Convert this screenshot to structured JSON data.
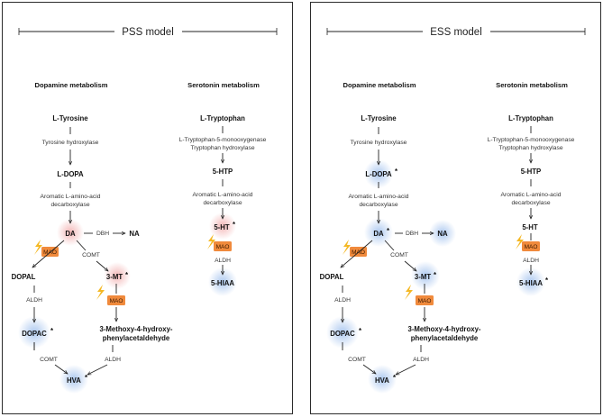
{
  "panels": [
    {
      "title": "PSS model",
      "dopamine_header": "Dopamine metabolism",
      "serotonin_header": "Serotonin metabolism",
      "dopamine": {
        "l_tyrosine": "L-Tyrosine",
        "tyrosine_hydroxylase": "Tyrosine hydroxylase",
        "l_dopa": "L-DOPA",
        "aadc_line1": "Aromatic L-amino-acid",
        "aadc_line2": "decarboxylase",
        "da": "DA",
        "dbh": "DBH",
        "na": "NA",
        "mao": "MAO",
        "comt": "COMT",
        "dopal": "DOPAL",
        "three_mt": "3-MT",
        "aldh": "ALDH",
        "mao2": "MAO",
        "dopac": "DOPAC",
        "mhpa_line1": "3-Methoxy-4-hydroxy-",
        "mhpa_line2": "phenylacetaldehyde",
        "comt2": "COMT",
        "aldh2": "ALDH",
        "hva": "HVA"
      },
      "serotonin": {
        "l_tryptophan": "L-Tryptophan",
        "tph_line1": "L-Tryptophan-5-monooxygenase",
        "tph_line2": "Tryptophan hydroxylase",
        "five_htp": "5-HTP",
        "aadc_line1": "Aromatic L-amino-acid",
        "aadc_line2": "decarboxylase",
        "five_ht": "5-HT",
        "mao": "MAO",
        "aldh": "ALDH",
        "five_hiaa": "5-HIAA"
      },
      "asterisk": "*"
    },
    {
      "title": "ESS model",
      "dopamine_header": "Dopamine metabolism",
      "serotonin_header": "Serotonin metabolism",
      "dopamine": {
        "l_tyrosine": "L-Tyrosine",
        "tyrosine_hydroxylase": "Tyrosine hydroxylase",
        "l_dopa": "L-DOPA",
        "aadc_line1": "Aromatic L-amino-acid",
        "aadc_line2": "decarboxylase",
        "da": "DA",
        "dbh": "DBH",
        "na": "NA",
        "mao": "MAO",
        "comt": "COMT",
        "dopal": "DOPAL",
        "three_mt": "3-MT",
        "aldh": "ALDH",
        "mao2": "MAO",
        "dopac": "DOPAC",
        "mhpa_line1": "3-Methoxy-4-hydroxy-",
        "mhpa_line2": "phenylacetaldehyde",
        "comt2": "COMT",
        "aldh2": "ALDH",
        "hva": "HVA"
      },
      "serotonin": {
        "l_tryptophan": "L-Tryptophan",
        "tph_line1": "L-Tryptophan-5-monooxygenase",
        "tph_line2": "Tryptophan hydroxylase",
        "five_htp": "5-HTP",
        "aadc_line1": "Aromatic L-amino-acid",
        "aadc_line2": "decarboxylase",
        "five_ht": "5-HT",
        "mao": "MAO",
        "aldh": "ALDH",
        "five_hiaa": "5-HIAA"
      },
      "asterisk": "*"
    }
  ],
  "colors": {
    "increase_glow": "#f3b4b4",
    "decrease_glow": "#a9c6ef",
    "mao_box": "#f08a3c",
    "lightning": "#f4b824",
    "border": "#2b2b2b"
  }
}
